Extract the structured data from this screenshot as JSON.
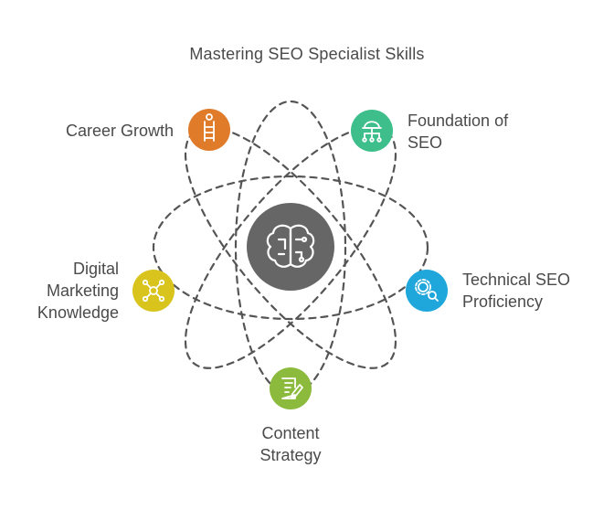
{
  "title": "Mastering SEO Specialist Skills",
  "center": {
    "icon": "brain-circuit-icon",
    "color": "#666666"
  },
  "nodes": [
    {
      "id": "career-growth",
      "label_lines": [
        "Career Growth"
      ],
      "icon": "ladder-icon",
      "color": "#E07B2A"
    },
    {
      "id": "foundation-of-seo",
      "label_lines": [
        "Foundation of",
        "SEO"
      ],
      "icon": "hierarchy-icon",
      "color": "#3DBE8B"
    },
    {
      "id": "digital-marketing-knowledge",
      "label_lines": [
        "Digital",
        "Marketing",
        "Knowledge"
      ],
      "icon": "network-icon",
      "color": "#D9C31D"
    },
    {
      "id": "technical-seo-proficiency",
      "label_lines": [
        "Technical SEO",
        "Proficiency"
      ],
      "icon": "gear-search-icon",
      "color": "#1FA7DB"
    },
    {
      "id": "content-strategy",
      "label_lines": [
        "Content",
        "Strategy"
      ],
      "icon": "document-edit-icon",
      "color": "#8CBA3D"
    }
  ],
  "orbit_color": "#555555"
}
